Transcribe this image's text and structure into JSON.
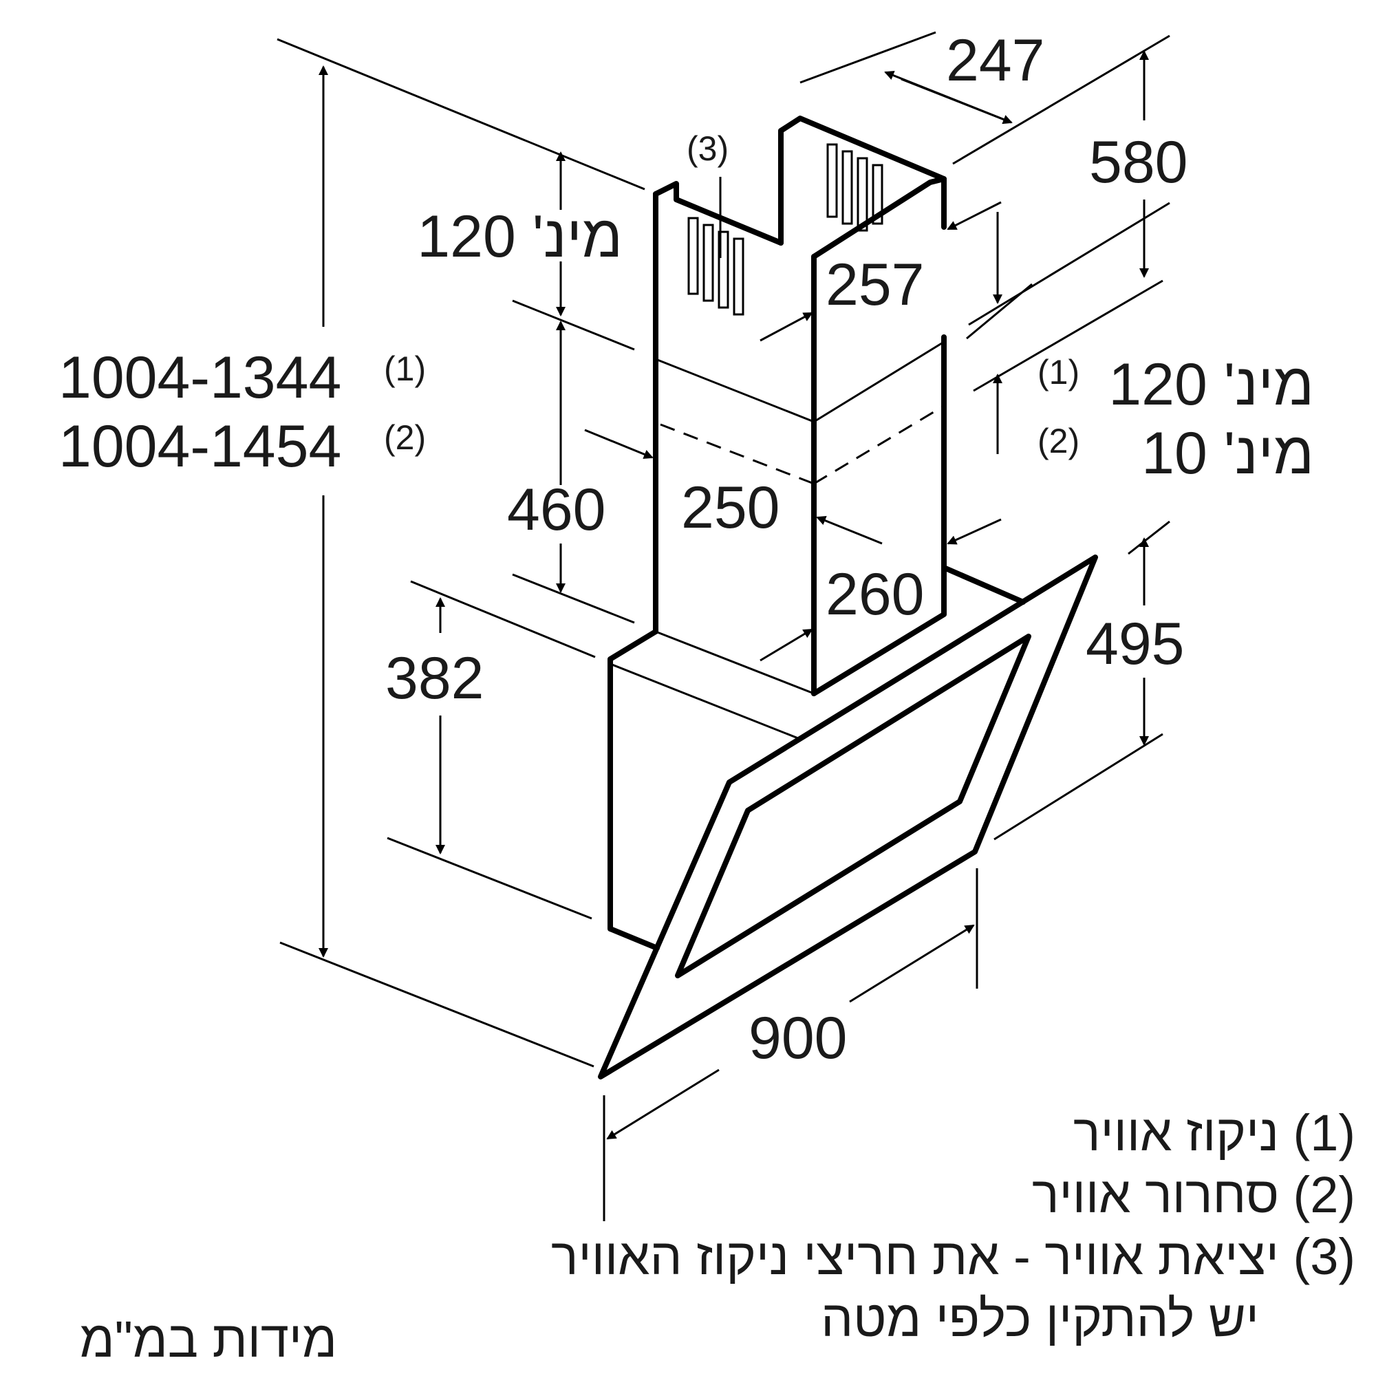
{
  "dimensions": {
    "overall_height_1": "1004-1344",
    "overall_height_2": "1004-1454",
    "note_1": "(1)",
    "note_2": "(2)",
    "note_3": "(3)",
    "chimney_top_depth": "247",
    "chimney_top_height": "580",
    "min_120_top": "מינ' 120",
    "upper_chimney_width": "257",
    "min_120_right": "מינ' 120",
    "min_10_right": "מינ' 10",
    "right_note_1": "(1)",
    "right_note_2": "(2)",
    "lower_chimney_height": "460",
    "inner_chimney_width": "250",
    "outer_chimney_width": "260",
    "body_height": "382",
    "glass_height": "495",
    "hood_width": "900"
  },
  "legend": {
    "item1": "(1) ניקוז אוויר",
    "item2": "(2) סחרור אוויר",
    "item3_line1": "(3) יציאת אוויר - את חריצי ניקוז האוויר",
    "item3_line2": "יש להתקין כלפי מטה"
  },
  "units_note": "מידות במ\"מ"
}
